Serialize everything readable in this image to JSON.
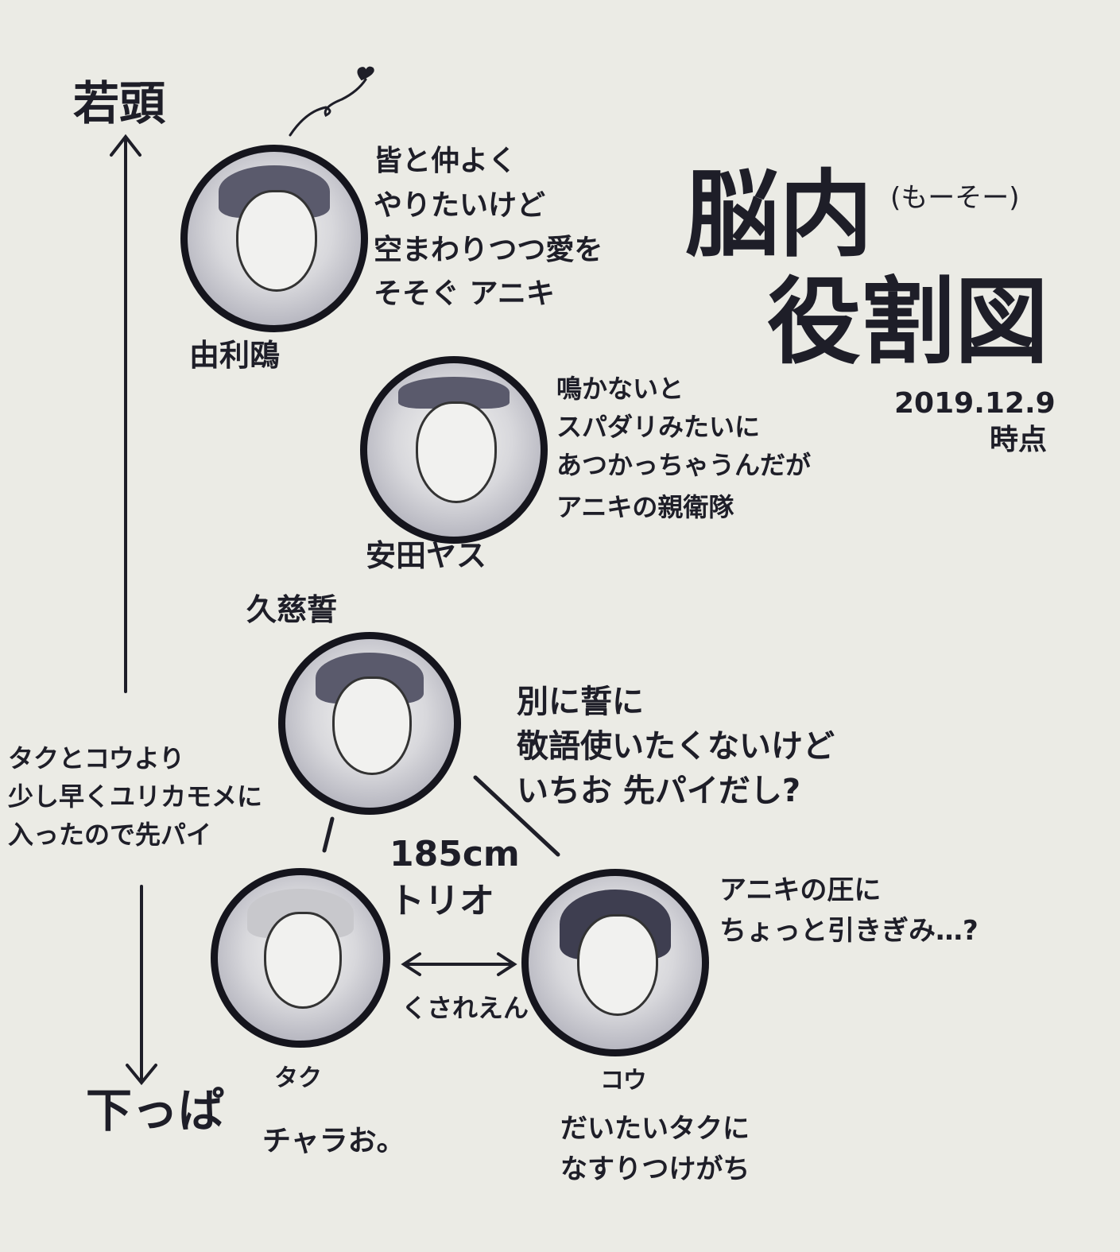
{
  "title": {
    "main_line1": "脳内",
    "reading": "(もーそー)",
    "main_line2": "役割図",
    "date": "2019.12.9",
    "date_suffix": "時点"
  },
  "axis": {
    "top_label": "若頭",
    "bottom_label": "下っぱ"
  },
  "characters": [
    {
      "name": "由利鴎",
      "note": "皆と仲よく\nやりたいけど\n空まわりつつ愛を\nそそぐ アニキ"
    },
    {
      "name": "安田ヤス",
      "note": "鳴かないと\nスパダリみたいに\nあつかっちゃうんだが",
      "note2": "アニキの親衛隊"
    },
    {
      "name": "久慈誓",
      "note": "別に誓に\n敬語使いたくないけど\nいちお 先パイだし?"
    },
    {
      "name": "タク",
      "note": "チャラお。"
    },
    {
      "name": "コウ",
      "note": "だいたいタクに\nなすりつけがち",
      "note2": "アニキの圧に\nちょっと引きぎみ…?"
    }
  ],
  "annotations": {
    "senpai_note": "タクとコウより\n少し早くユリカモメに\n入ったので先パイ",
    "trio": "185cm\nトリオ",
    "relation": "くされえん"
  }
}
